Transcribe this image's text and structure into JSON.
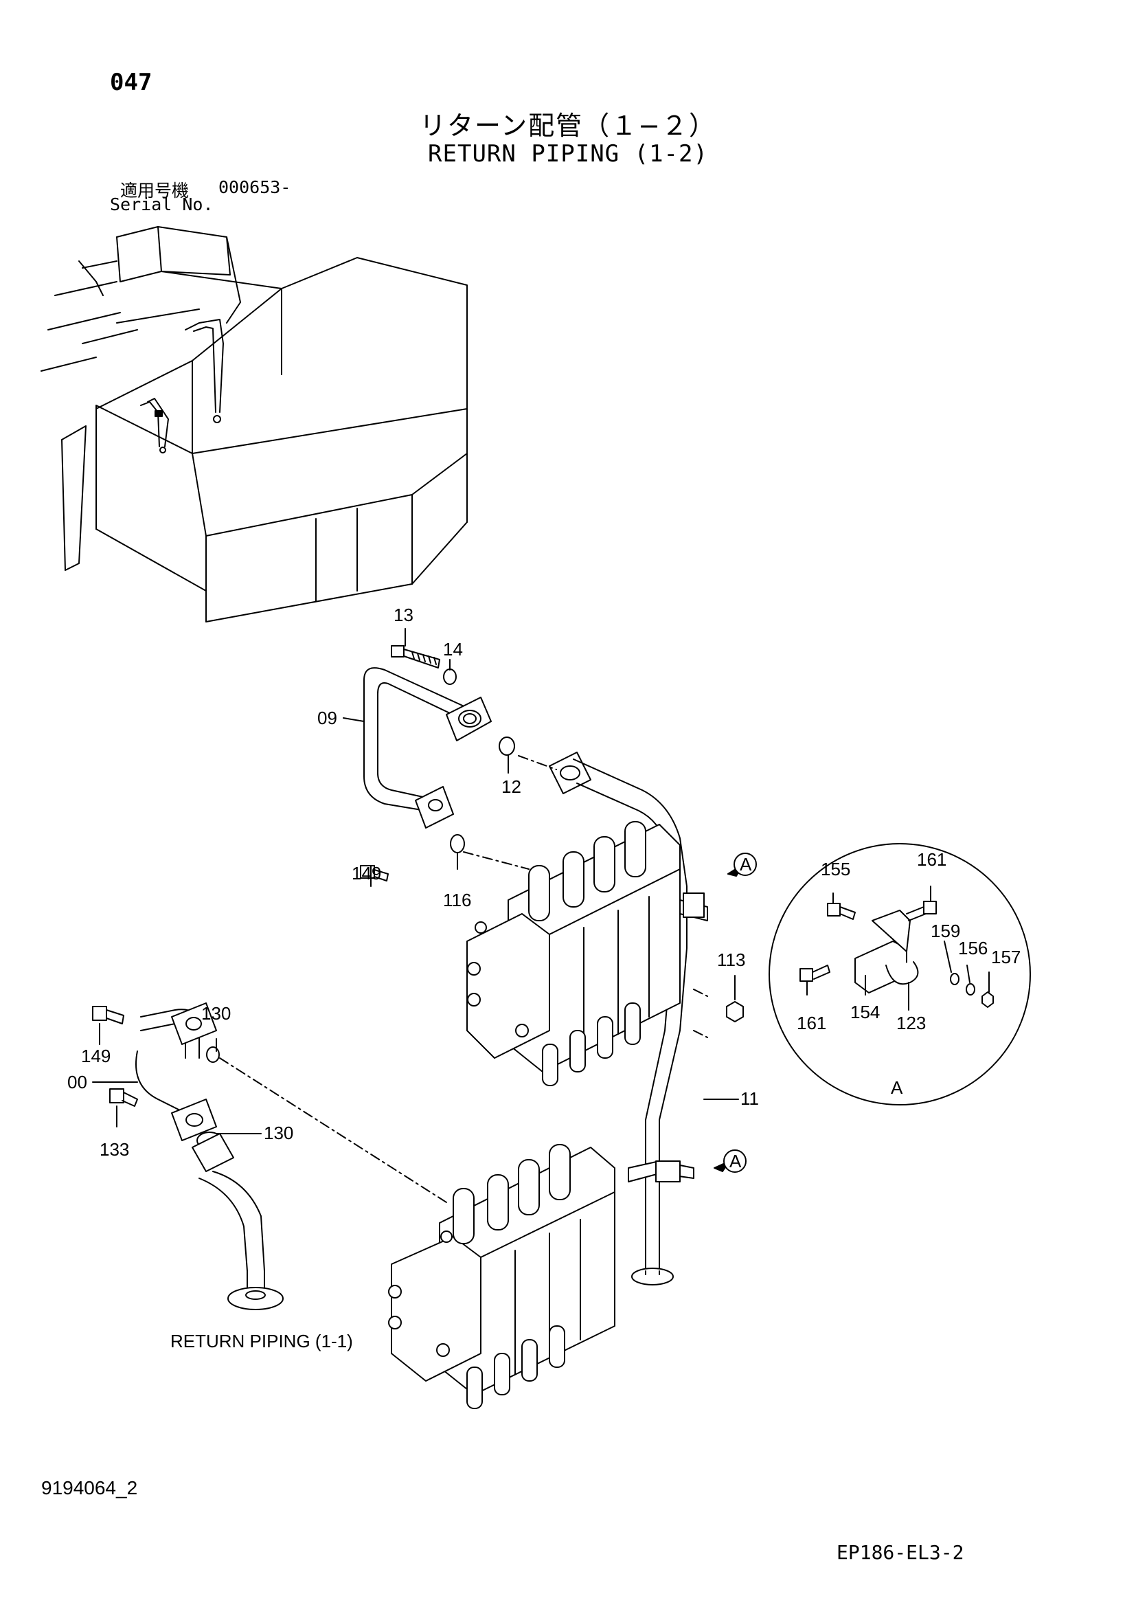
{
  "header": {
    "page_number": "047",
    "title_jp": "リターン配管（１−２）",
    "title_en": "RETURN PIPING (1-2)",
    "serial_label_jp": "適用号機",
    "serial_number": "000653-",
    "serial_label_en": "Serial No."
  },
  "callouts": {
    "c13": "13",
    "c14": "14",
    "c09": "09",
    "c12": "12",
    "c149a": "149",
    "c116": "116",
    "c113": "113",
    "c11": "11",
    "c130a": "130",
    "c149b": "149",
    "c00": "00",
    "c133": "133",
    "c130b": "130",
    "view_a1": "A",
    "view_a2": "A"
  },
  "detail_a": {
    "c155": "155",
    "c161a": "161",
    "c159": "159",
    "c156": "156",
    "c157": "157",
    "c161b": "161",
    "c154": "154",
    "c123": "123",
    "view_label": "A"
  },
  "reference_label": "RETURN PIPING (1-1)",
  "footer": {
    "document_id": "9194064_2",
    "drawing_code": "EP186-EL3-2"
  }
}
